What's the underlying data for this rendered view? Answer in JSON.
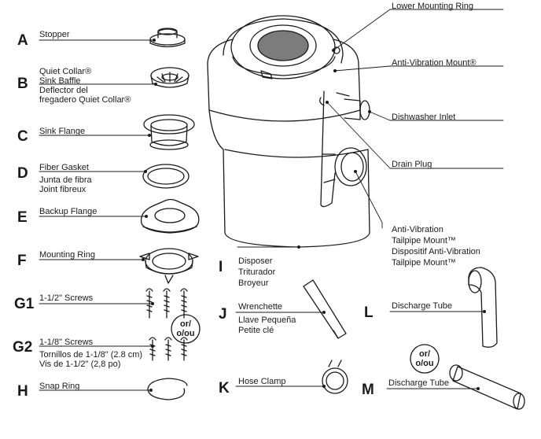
{
  "parts_left": [
    {
      "letter": "A",
      "labels": [
        "Stopper"
      ],
      "icon": "stopper-icon"
    },
    {
      "letter": "B",
      "labels": [
        "Quiet Collar®",
        "Sink Baffle",
        "Deflector del",
        "fregadero Quiet Collar®"
      ],
      "icon": "sink-baffle-icon"
    },
    {
      "letter": "C",
      "labels": [
        "Sink Flange"
      ],
      "icon": "sink-flange-icon"
    },
    {
      "letter": "D",
      "labels": [
        "Fiber Gasket",
        "Junta de fibra",
        "Joint fibreux"
      ],
      "icon": "fiber-gasket-icon"
    },
    {
      "letter": "E",
      "labels": [
        "Backup Flange"
      ],
      "icon": "backup-flange-icon"
    },
    {
      "letter": "F",
      "labels": [
        "Mounting Ring"
      ],
      "icon": "mounting-ring-icon"
    },
    {
      "letter": "G1",
      "labels": [
        "1-1/2\" Screws"
      ],
      "icon": "screws-icon"
    },
    {
      "letter": "G2",
      "labels": [
        "1-1/8\" Screws",
        "Tornillos de 1-1/8\" (2.8 cm)",
        "Vis de 1-1/2\" (2,8 po)"
      ],
      "icon": "screws-icon"
    },
    {
      "letter": "H",
      "labels": [
        "Snap Ring"
      ],
      "icon": "snap-ring-icon"
    }
  ],
  "or_badge": [
    "or/",
    "o/ou"
  ],
  "disposer_callouts": {
    "lower_mounting_ring": "Lower Mounting Ring",
    "anti_vibration_mount": "Anti-Vibration Mount®",
    "dishwasher_inlet": "Dishwasher Inlet",
    "drain_plug": "Drain Plug",
    "tailpipe_mount": [
      "Anti-Vibration",
      "Tailpipe Mount™",
      "Dispositif Anti-Vibration",
      "Tailpipe Mount™"
    ]
  },
  "parts_center": [
    {
      "letter": "I",
      "labels": [
        "Disposer",
        "Triturador",
        "Broyeur"
      ]
    },
    {
      "letter": "J",
      "labels": [
        "Wrenchette",
        "Llave Pequeña",
        "Petite clé"
      ]
    },
    {
      "letter": "K",
      "labels": [
        "Hose Clamp"
      ]
    }
  ],
  "parts_right": [
    {
      "letter": "L",
      "labels": [
        "Discharge Tube"
      ]
    },
    {
      "letter": "M",
      "labels": [
        "Discharge Tube"
      ]
    }
  ]
}
